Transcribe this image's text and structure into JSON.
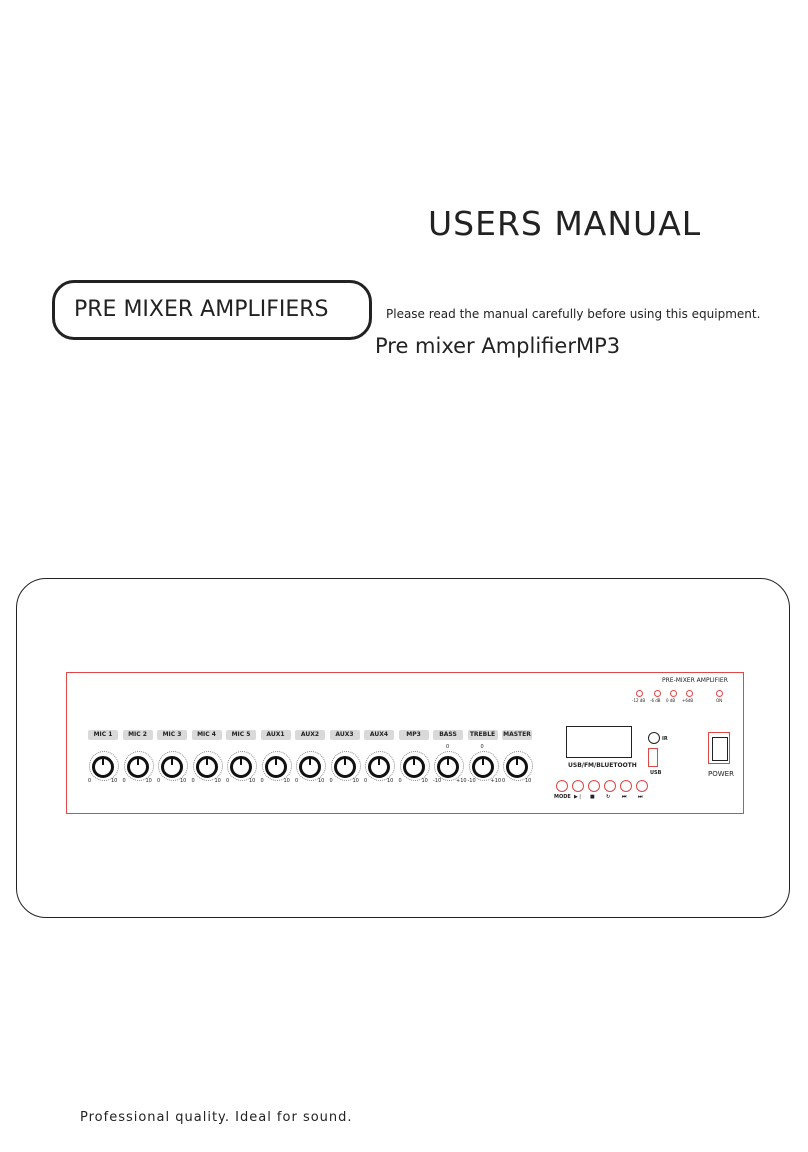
{
  "title": "USERS MANUAL",
  "badge": "PRE MIXER AMPLIFIERS",
  "intro": "Please read the manual carefully before using this equipment.",
  "model": "Pre mixer AmplifierMP3",
  "footer": "Professional quality. Ideal for sound.",
  "panel": {
    "brand": "PRE-MIXER AMPLIFIER",
    "channels": [
      "MIC 1",
      "MIC 2",
      "MIC 3",
      "MIC 4",
      "MIC 5",
      "AUX1",
      "AUX2",
      "AUX3",
      "AUX4",
      "MP3",
      "BASS",
      "TREBLE",
      "MASTER"
    ],
    "scale_min": "0",
    "scale_max": "10",
    "tone_min": "-10",
    "tone_max": "+10",
    "tone_center": "0",
    "leds": [
      "-12 dB",
      "-6 dB",
      "0 dB",
      "+6dB"
    ],
    "on_label": "ON",
    "source_label": "USB/FM/BLUETOOTH",
    "ir_label": "IR",
    "usb_label": "USB",
    "power_label": "POWER",
    "mode_label": "MODE",
    "accent": "#e04848"
  }
}
